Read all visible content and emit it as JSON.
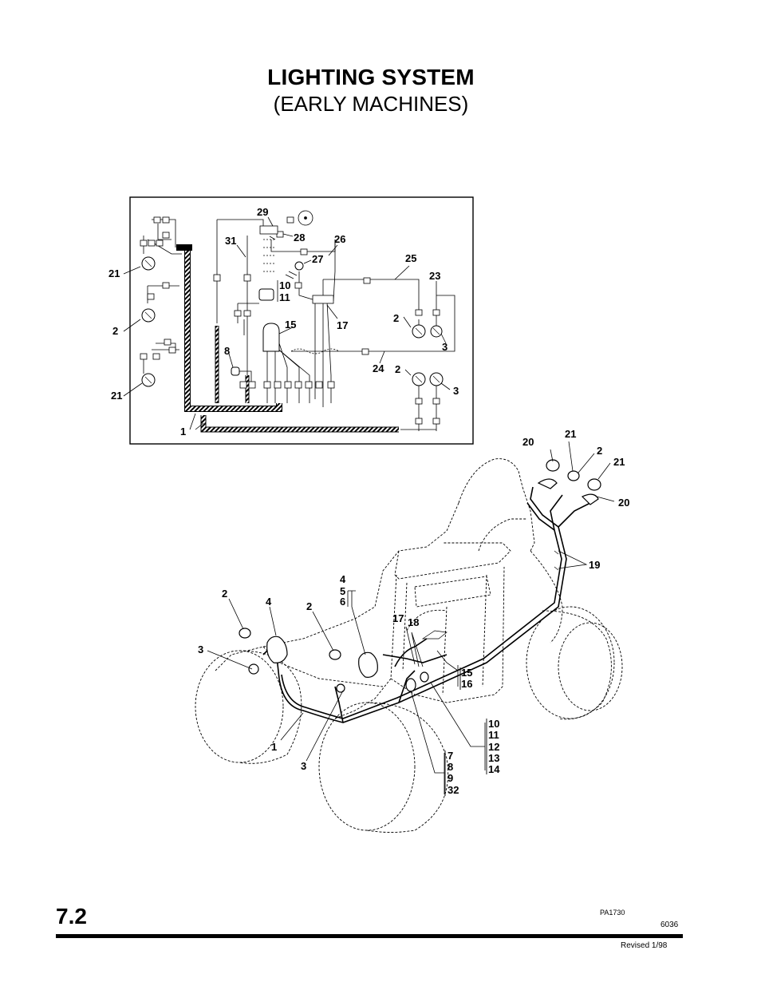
{
  "header": {
    "title": "LIGHTING SYSTEM",
    "subtitle": "(EARLY MACHINES)"
  },
  "schematic_labels": {
    "l29": "29",
    "l28": "28",
    "l31": "31",
    "l26": "26",
    "l27": "27",
    "l25": "25",
    "l23": "23",
    "l21a": "21",
    "l2a": "2",
    "l21b": "21",
    "l10": "10",
    "l11": "11",
    "l15": "15",
    "l17": "17",
    "l8": "8",
    "l2b": "2",
    "l3a": "3",
    "l24": "24",
    "l2c": "2",
    "l3b": "3",
    "l1": "1"
  },
  "machine_labels": {
    "m20a": "20",
    "m21a": "21",
    "m2a": "2",
    "m21b": "21",
    "m20b": "20",
    "m19": "19",
    "m4": "4",
    "m5": "5",
    "m6": "6",
    "m2b": "2",
    "m4b": "4",
    "m2c": "2",
    "m3a": "3",
    "m17": "17",
    "m18": "18",
    "m15": "15",
    "m16": "16",
    "m1": "1",
    "m3b": "3",
    "m10": "10",
    "m11": "11",
    "m12": "12",
    "m13": "13",
    "m14": "14",
    "m7": "7",
    "m8": "8",
    "m9": "9",
    "m32": "32"
  },
  "footer": {
    "page": "7.2",
    "figure_code": "PA1730",
    "part_no": "6036",
    "revised": "Revised  1/98"
  }
}
